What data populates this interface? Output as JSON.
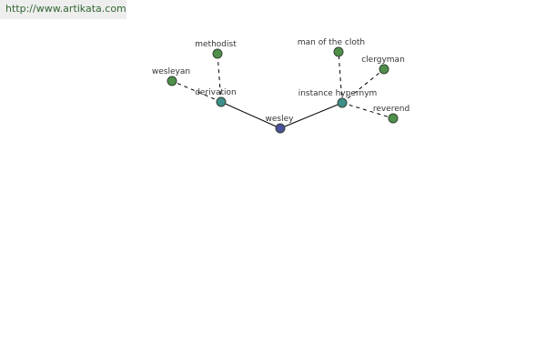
{
  "site": {
    "url": "http://www.artikata.com"
  },
  "colors": {
    "root_node": "#4b4f9a",
    "relation_node": "#3f8f8a",
    "leaf_node": "#4f8f4a",
    "edge": "#000000",
    "banner_bg": "#eeeeee",
    "banner_text": "#336633"
  },
  "graph": {
    "root": {
      "label": "wesley",
      "kind": "root"
    },
    "relations": [
      {
        "label": "derivation",
        "kind": "relation",
        "children": [
          {
            "label": "wesleyan",
            "kind": "leaf"
          },
          {
            "label": "methodist",
            "kind": "leaf"
          }
        ]
      },
      {
        "label": "instance hypernym",
        "kind": "relation",
        "children": [
          {
            "label": "man of the cloth",
            "kind": "leaf"
          },
          {
            "label": "clergyman",
            "kind": "leaf"
          },
          {
            "label": "reverend",
            "kind": "leaf"
          }
        ]
      }
    ]
  }
}
